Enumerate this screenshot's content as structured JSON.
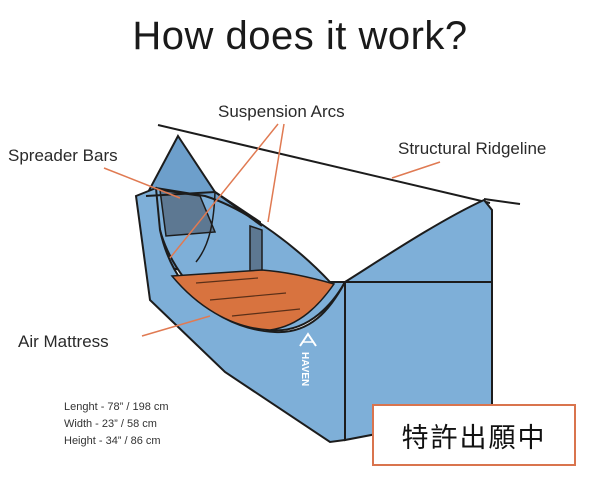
{
  "title": "How does it work?",
  "labels": {
    "suspension_arcs": "Suspension Arcs",
    "spreader_bars": "Spreader Bars",
    "structural_ridgeline": "Structural Ridgeline",
    "air_mattress": "Air Mattress"
  },
  "logo_text": "HAVEN",
  "specs": {
    "length": "Lenght - 78” / 198 cm",
    "width": "Width - 23” / 58 cm",
    "height": "Height - 34” / 86 cm"
  },
  "patent_badge": "特許出願中",
  "colors": {
    "tent_blue": "#7eafd8",
    "tent_blue_dark": "#6d9fcb",
    "mattress": "#d8733f",
    "leader_line": "#e07a52",
    "outline": "#1c1c1c",
    "badge_border": "#d9744e"
  }
}
